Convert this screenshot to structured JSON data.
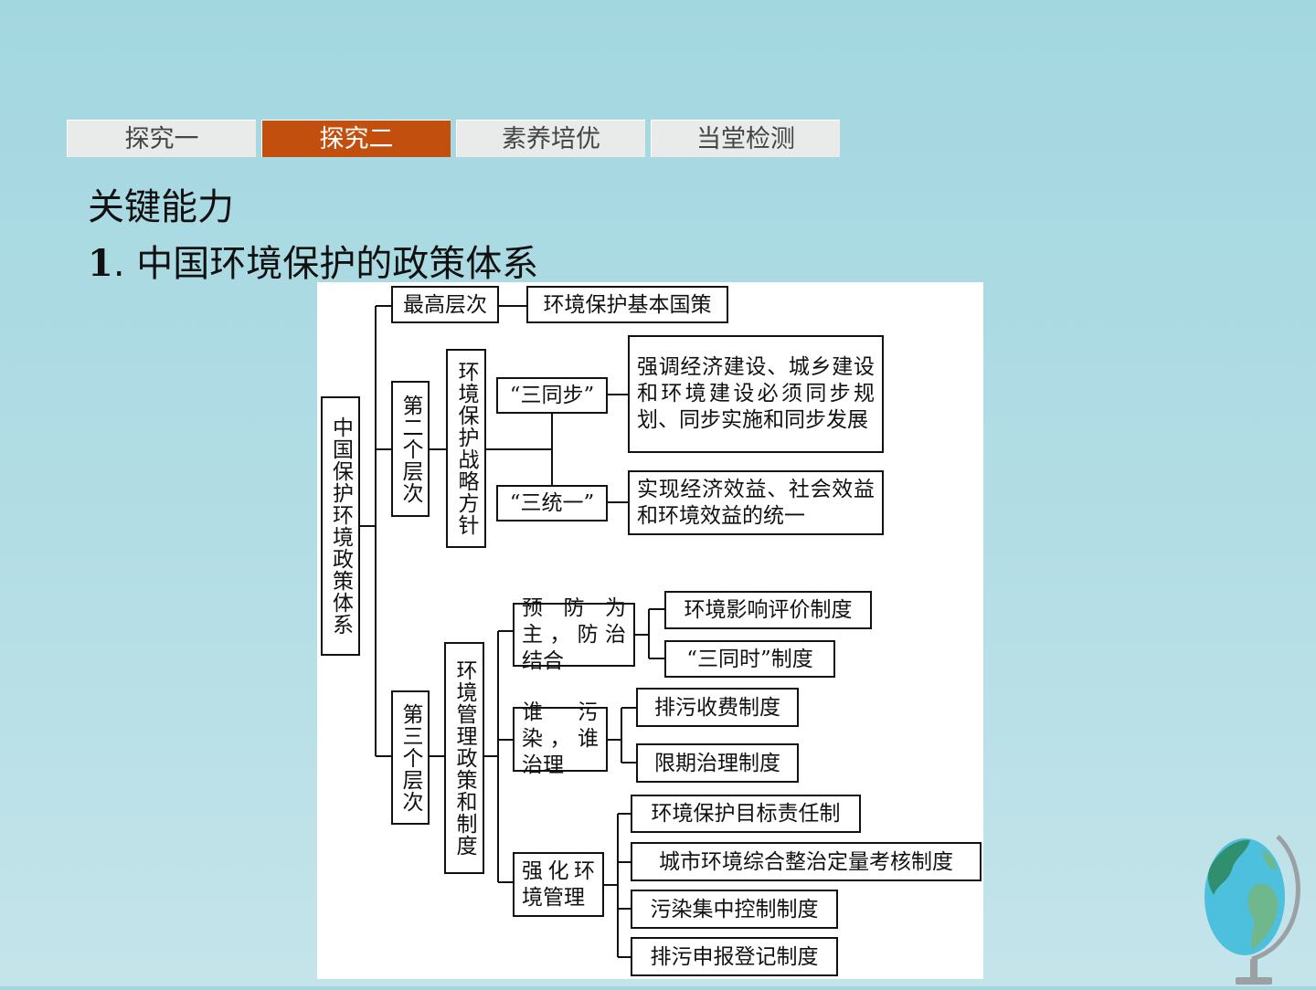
{
  "tabs": [
    "探究一",
    "探究二",
    "素养培优",
    "当堂检测"
  ],
  "active_tab": "探究二",
  "colors": {
    "active_tab": "#c24f0e",
    "tab": "#e9ebeb",
    "background": "#a3d7e0"
  },
  "section_title": "关键能力",
  "topic": {
    "number": "1",
    "title": ". 中国环境保护的政策体系"
  },
  "diagram": {
    "root": "中国保护环境政策体系",
    "level1": "最高层次",
    "level1_policy": "环境保护基本国策",
    "level2": "第二个层次",
    "level2_policy": "环境保护战略方针",
    "san_tongbu": "“三同步”",
    "san_tongbu_desc": "强调经济建设、城乡建设和环境建设必须同步规划、同步实施和同步发展",
    "san_tongyi": "“三统一”",
    "san_tongyi_desc": "实现经济效益、社会效益和环境效益的统一",
    "level3": "第三个层次",
    "level3_policy": "环境管理政策和制度",
    "g1": "预防为主，防治结合",
    "g1_items": [
      "环境影响评价制度",
      "“三同时”制度"
    ],
    "g2": "谁污染，谁治理",
    "g2_items": [
      "排污收费制度",
      "限期治理制度"
    ],
    "g3": "强化环境管理",
    "g3_items": [
      "环境保护目标责任制",
      "城市环境综合整治定量考核制度",
      "污染集中控制制度",
      "排污申报登记制度"
    ]
  }
}
